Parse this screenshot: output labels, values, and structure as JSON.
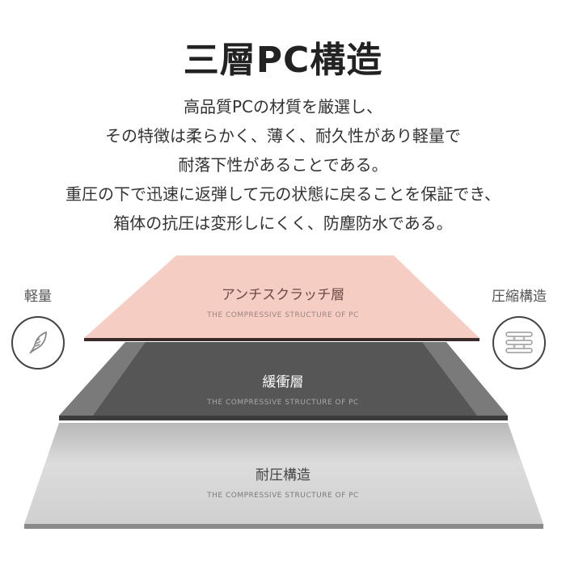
{
  "header": {
    "title": "三層PC構造"
  },
  "description": {
    "lines": [
      "高品質PCの材質を厳選し、",
      "その特徴は柔らかく、薄く、耐久性があり軽量で",
      "耐落下性があることである。",
      "重圧の下で迅速に返弾して元の状態に戻ることを保証でき、",
      "箱体の抗圧は変形しにくく、防塵防水である。"
    ]
  },
  "layers": [
    {
      "name": "アンチスクラッチ層",
      "subtitle": "THE COMPRESSIVE STRUCTURE OF PC",
      "color": "#f6cdc3",
      "edge": "#3a2a28",
      "name_color": "#6b4a47",
      "sub_color": "#9a8580"
    },
    {
      "name": "緩衝層",
      "subtitle": "THE COMPRESSIVE STRUCTURE OF PC",
      "color": "#5a5a5a",
      "side_color": "#7a7a7a",
      "edge": "#3c3c3c",
      "name_color": "#ffffff",
      "sub_color": "#a8a8a8"
    },
    {
      "name": "耐圧構造",
      "subtitle": "THE COMPRESSIVE STRUCTURE OF PC",
      "color": "#d6d6d6",
      "edge": "#8a8a8a",
      "name_color": "#444444",
      "sub_color": "#7a7a7a"
    }
  ],
  "features": {
    "left": {
      "label": "軽量",
      "icon": "feather-icon"
    },
    "right": {
      "label": "圧縮構造",
      "icon": "compression-structure-icon"
    }
  }
}
